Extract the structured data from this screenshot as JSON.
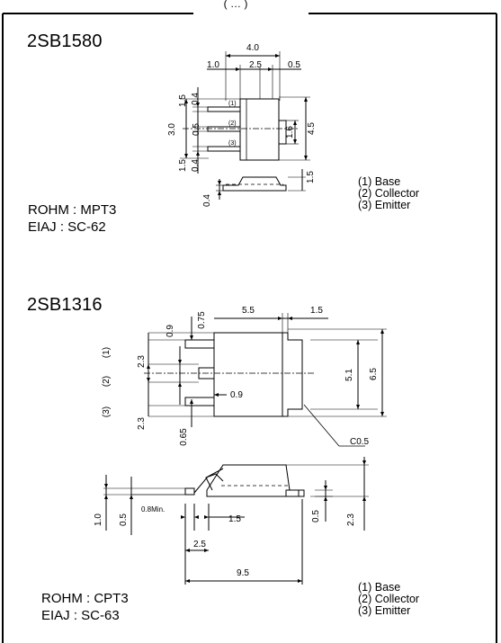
{
  "header_fragment": "( … )",
  "packages": [
    {
      "name": "2SB1580",
      "rohm": "ROHM : MPT3",
      "eiaj": "EIAJ : SC-62",
      "legend": [
        "(1) Base",
        "(2) Collector",
        "(3) Emitter"
      ],
      "pin_labels": [
        "(1)",
        "(2)",
        "(3)"
      ],
      "dims": {
        "top_width": "4.0",
        "left_overhang": "1.0",
        "center": "2.5",
        "right_overhang": "0.5",
        "pitch_top": "1.5",
        "lead_w_top": "0.4",
        "span": "3.0",
        "center_lead": "0.5",
        "pitch_bottom": "1.5",
        "lead_w_bottom": "0.4",
        "tab": "1.6",
        "body_len": "4.5",
        "height": "1.5",
        "lead_thk": "0.4"
      }
    },
    {
      "name": "2SB1316",
      "rohm": "ROHM : CPT3",
      "eiaj": "EIAJ : SC-63",
      "legend": [
        "(1) Base",
        "(2) Collector",
        "(3) Emitter"
      ],
      "pin_labels": [
        "(1)",
        "(2)",
        "(3)"
      ],
      "dims": {
        "body": "5.5",
        "tab": "1.5",
        "lead_top": "0.9",
        "gap_top": "0.75",
        "pitch_top": "2.3",
        "lead_width": "0.9",
        "pitch_bottom": "2.3",
        "lead_bottom": "0.65",
        "inner": "5.1",
        "outer": "6.5",
        "chamfer": "C0.5",
        "side_1": "1.0",
        "side_2": "0.5",
        "min": "0.8Min.",
        "lead_len": "1.5",
        "foot": "2.5",
        "total": "9.5",
        "right_1": "0.5",
        "right_2": "2.3"
      }
    }
  ]
}
